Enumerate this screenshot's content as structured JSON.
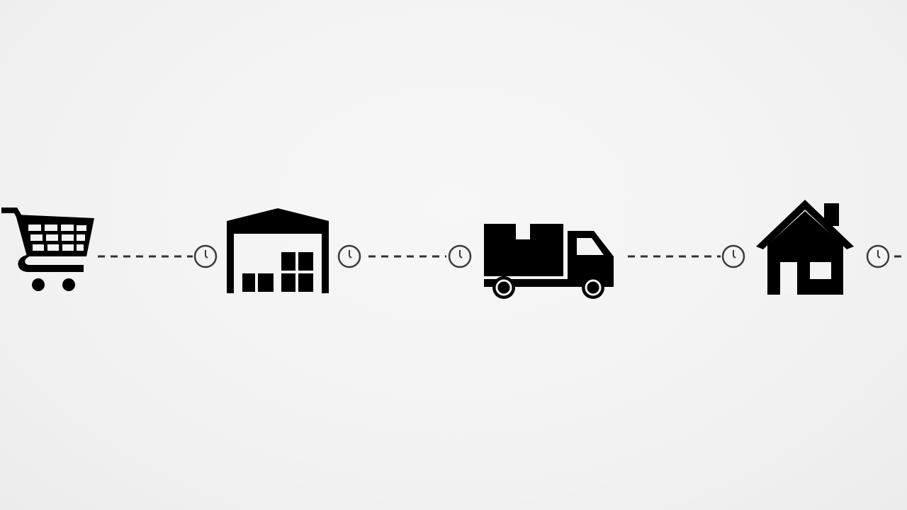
{
  "diagram": {
    "stages": [
      {
        "id": "cart",
        "icon": "shopping-cart-icon"
      },
      {
        "id": "warehouse",
        "icon": "warehouse-icon"
      },
      {
        "id": "truck",
        "icon": "delivery-truck-icon"
      },
      {
        "id": "house",
        "icon": "house-icon"
      }
    ],
    "connector_icon": "clock-icon",
    "colors": {
      "background": "#f2f2f2",
      "icon": "#000000",
      "connector": "#333333",
      "clock_stroke": "#3a3a3a",
      "clock_fill": "#f4f4f4"
    }
  }
}
